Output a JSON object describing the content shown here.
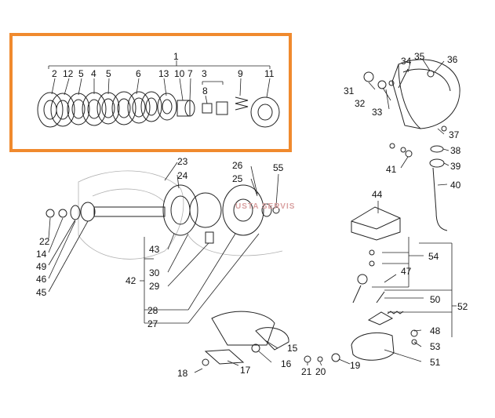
{
  "watermark": "USTA SERVIS",
  "colors": {
    "highlight": "#f08a2e",
    "ink": "#222222",
    "ghost": "#b0b0b0"
  },
  "labels": {
    "l1": "1",
    "l2": "2",
    "l12": "12",
    "l5a": "5",
    "l4": "4",
    "l5b": "5",
    "l6": "6",
    "l13": "13",
    "l10": "10",
    "l7": "7",
    "l3": "3",
    "l8": "8",
    "l9": "9",
    "l11": "11",
    "l31": "31",
    "l32": "32",
    "l33": "33",
    "l34": "34",
    "l35": "35",
    "l36": "36",
    "l37": "37",
    "l38": "38",
    "l39": "39",
    "l40": "40",
    "l41": "41",
    "l23": "23",
    "l24": "24",
    "l26": "26",
    "l25": "25",
    "l55": "55",
    "l22": "22",
    "l14": "14",
    "l49": "49",
    "l46": "46",
    "l45": "45",
    "l43": "43",
    "l30": "30",
    "l29": "29",
    "l42": "42",
    "l28": "28",
    "l27": "27",
    "l44": "44",
    "l54": "54",
    "l47": "47",
    "l50": "50",
    "l52": "52",
    "l48": "48",
    "l53": "53",
    "l51": "51",
    "l15": "15",
    "l16": "16",
    "l17": "17",
    "l18": "18",
    "l21": "21",
    "l20": "20",
    "l19": "19"
  }
}
